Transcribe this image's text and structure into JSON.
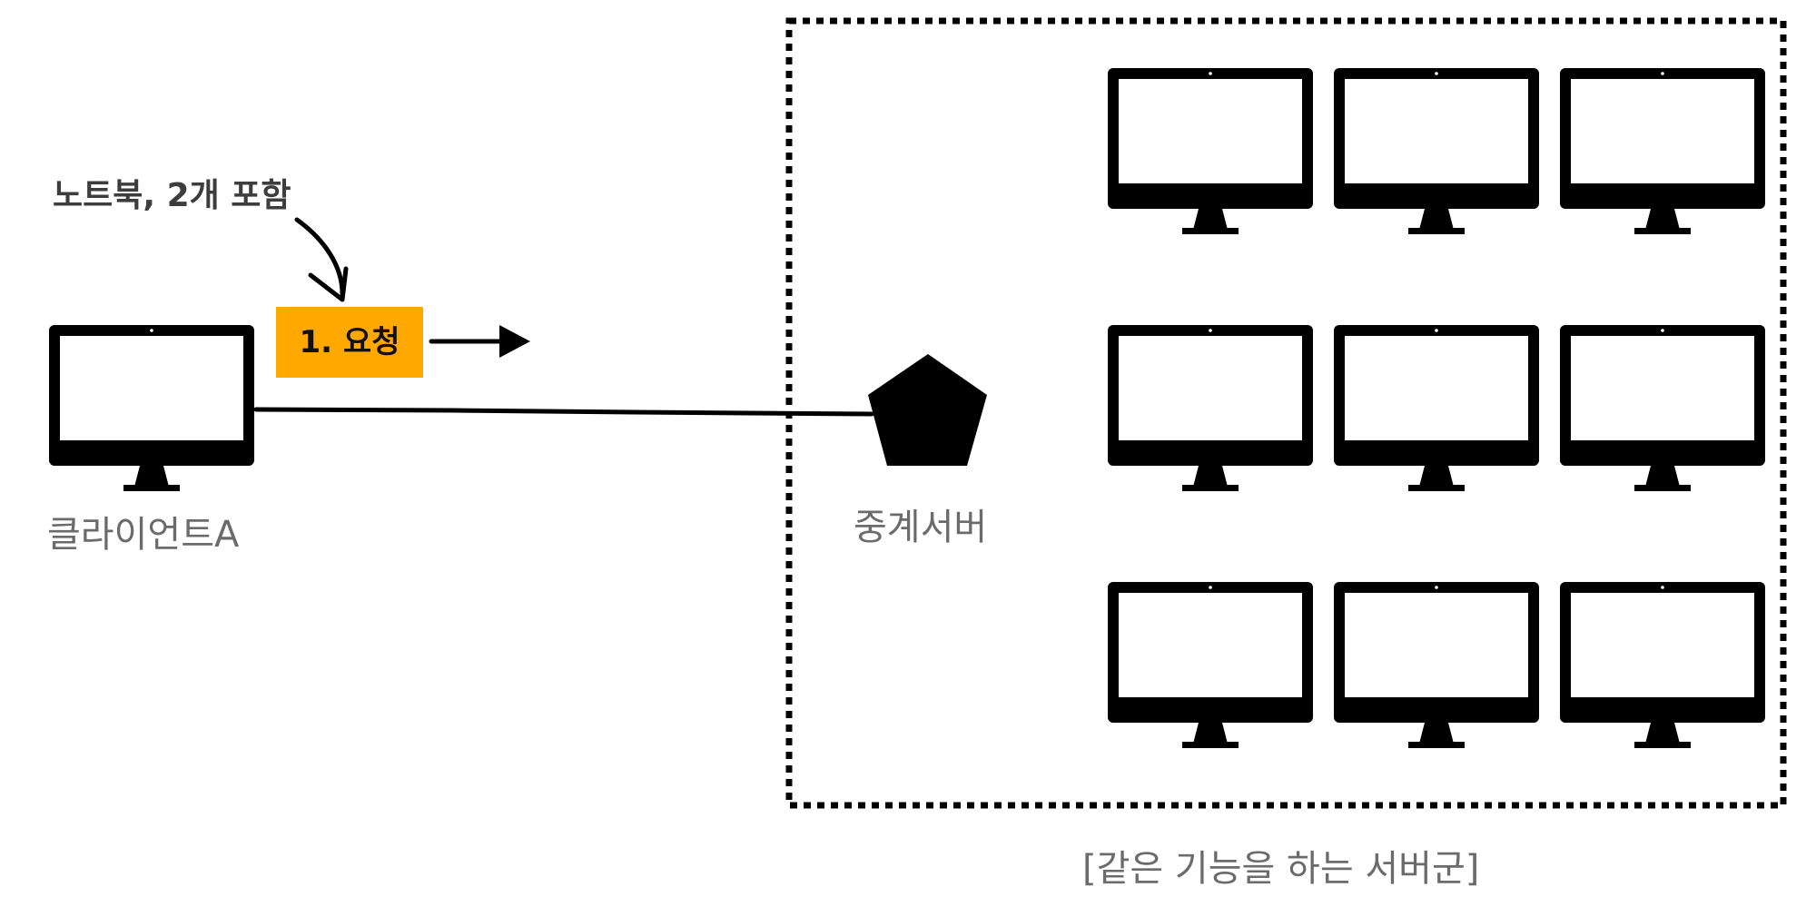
{
  "annotation": {
    "text": "노트북, 2개 포함"
  },
  "request": {
    "label": "1. 요청",
    "color": "#ffa800"
  },
  "client": {
    "label": "클라이언트A"
  },
  "relay": {
    "label": "중계서버"
  },
  "server_group": {
    "label": "[같은 기능을 하는 서버군]",
    "rows": 3,
    "columns": 3
  }
}
